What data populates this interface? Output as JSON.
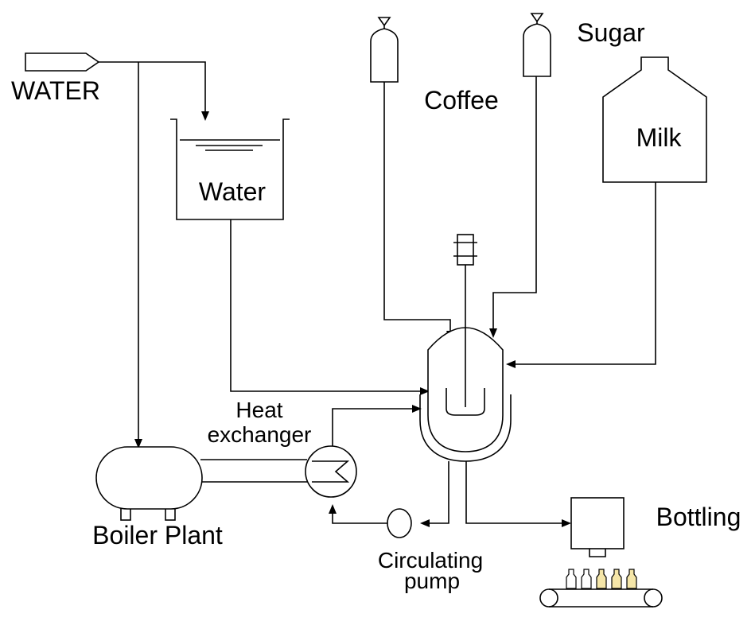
{
  "labels": {
    "water_source": "WATER",
    "water_tank": "Water",
    "coffee": "Coffee",
    "sugar": "Sugar",
    "milk": "Milk",
    "heat_exchanger_line1": "Heat",
    "heat_exchanger_line2": "exchanger",
    "boiler": "Boiler Plant",
    "pump_line1": "Circulating",
    "pump_line2": "pump",
    "bottling": "Bottling"
  },
  "colors": {
    "line": "#000000",
    "bottle_empty": "#ffffff",
    "bottle_filled": "#f5e6a8"
  },
  "bottles": [
    {
      "filled": false
    },
    {
      "filled": false
    },
    {
      "filled": true
    },
    {
      "filled": true
    },
    {
      "filled": true
    }
  ]
}
